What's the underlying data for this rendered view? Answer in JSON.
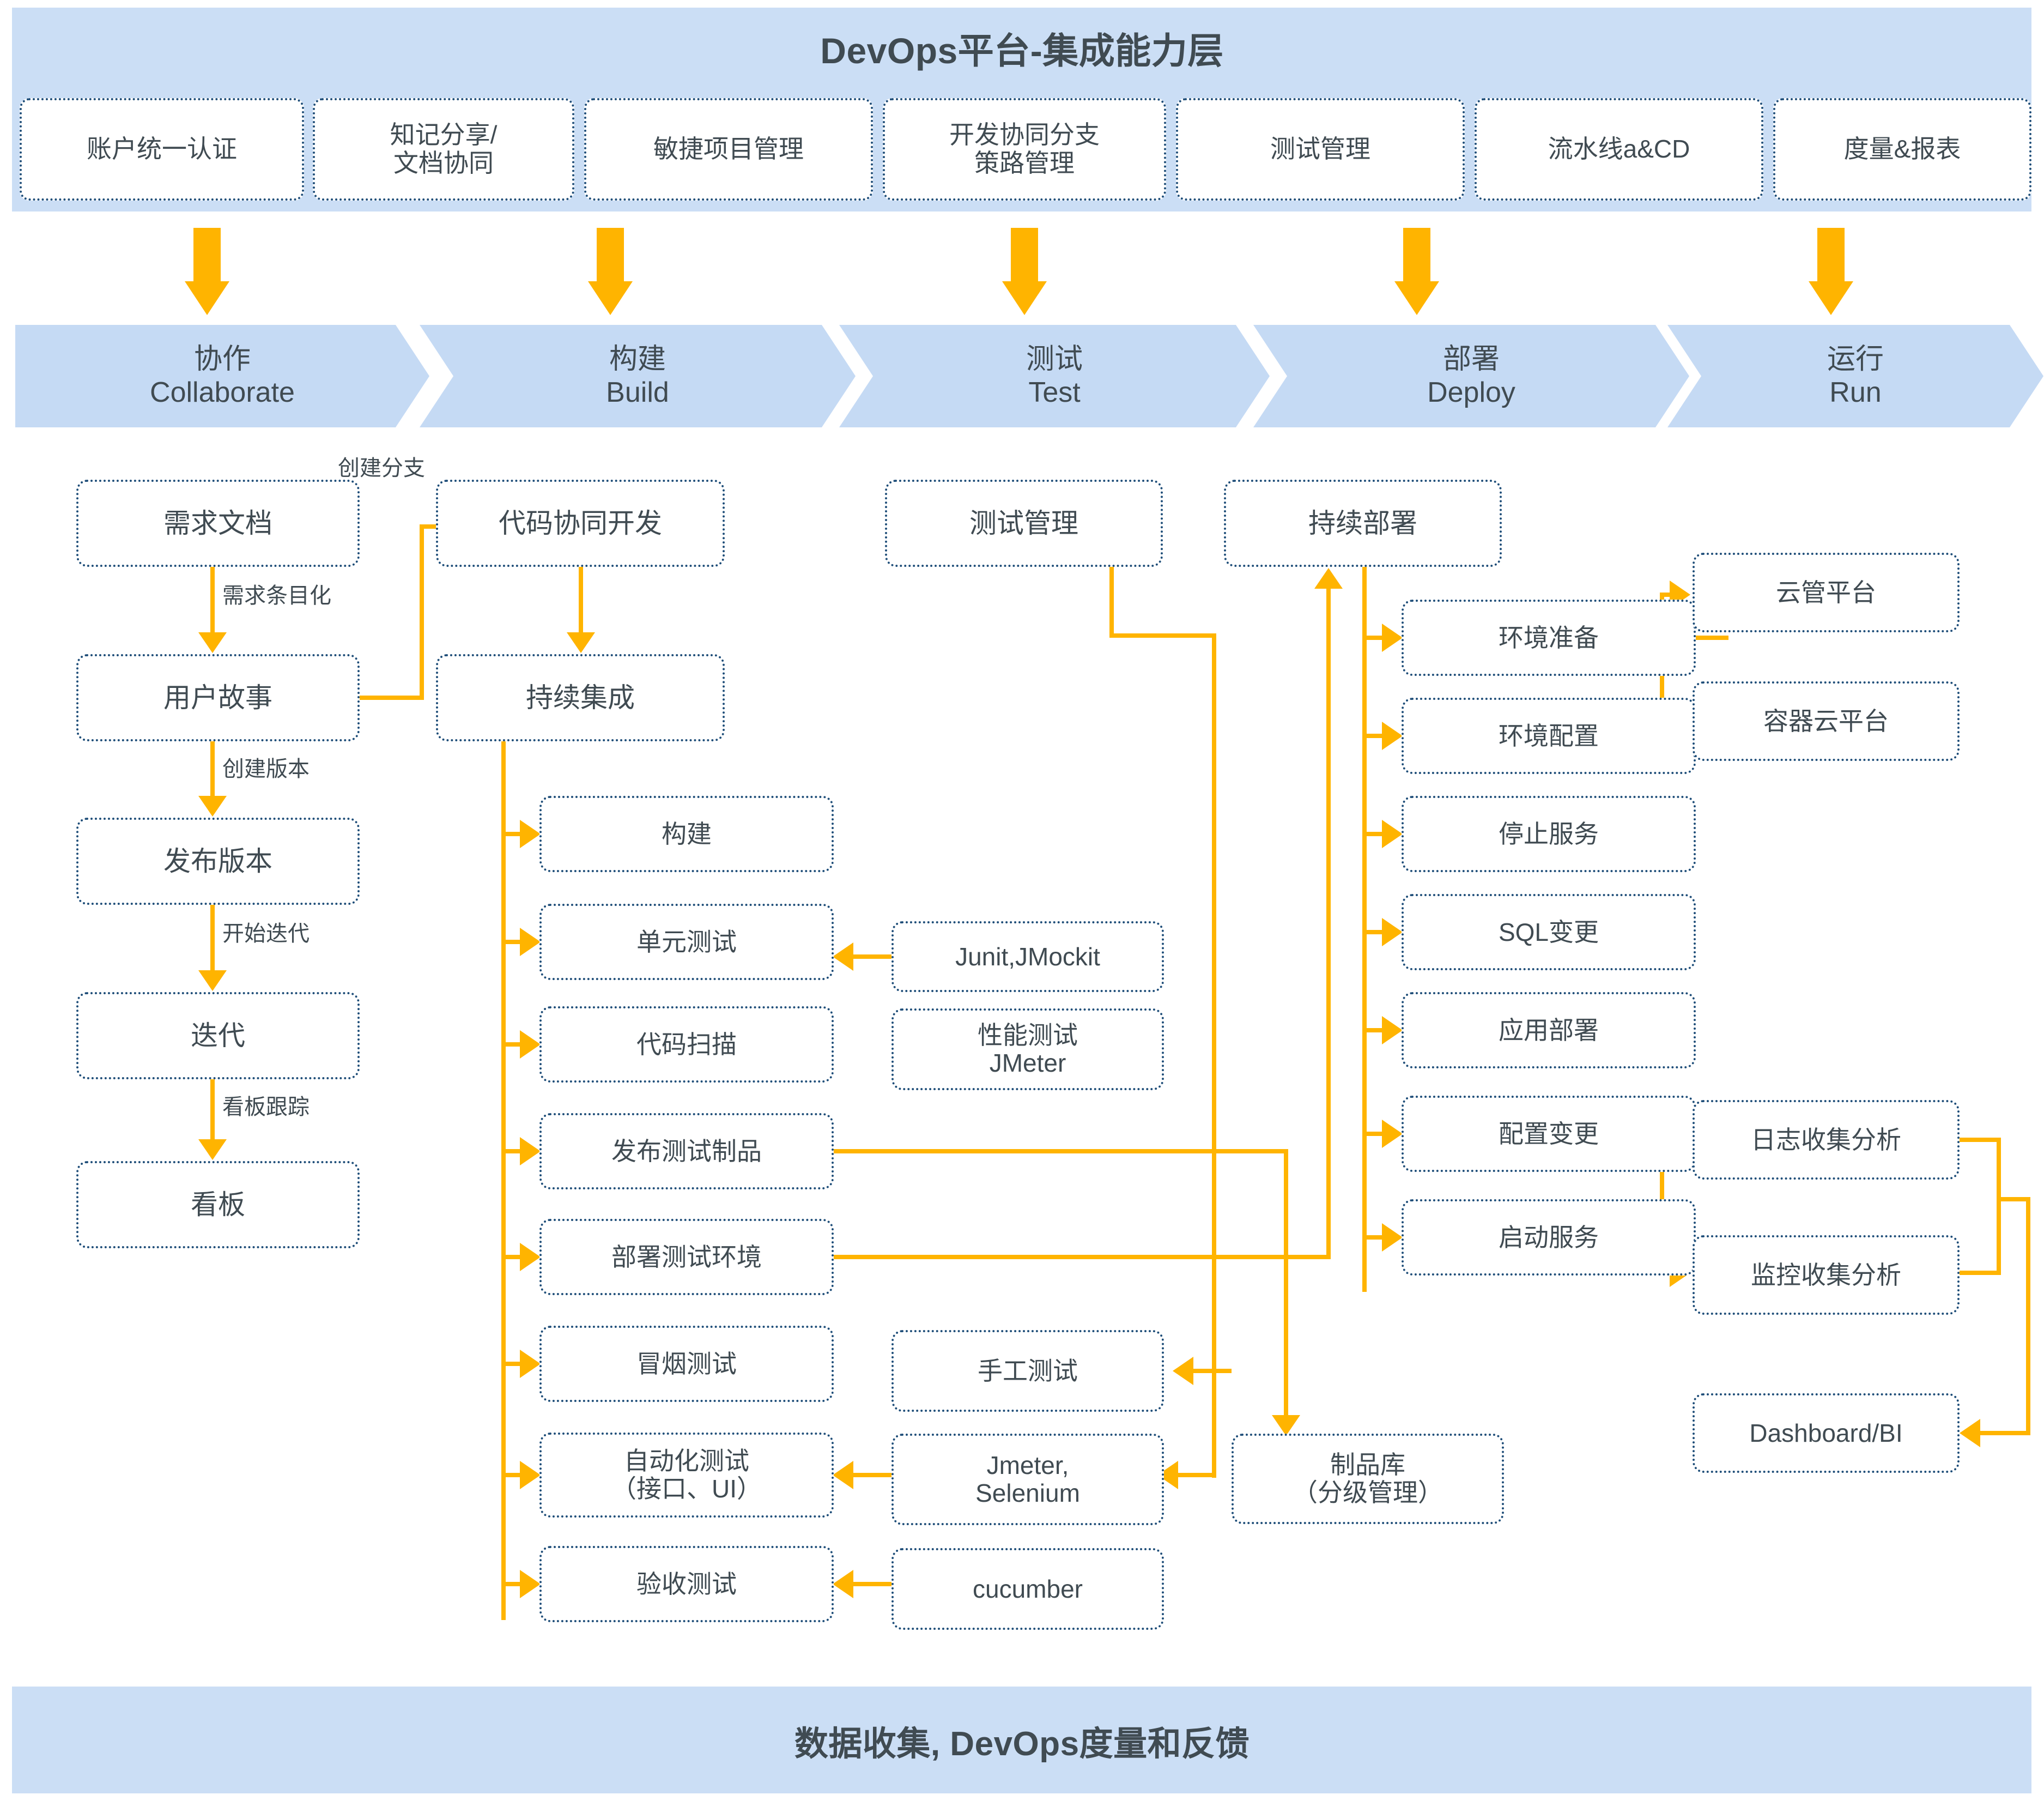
{
  "colors": {
    "band_bg": "#cbdef5",
    "chevron_bg": "#c5daf4",
    "arrow": "#ffb400",
    "node_border": "#1f4e79",
    "text": "#404b52"
  },
  "header": {
    "title": "DevOps平台-集成能力层",
    "capabilities": [
      {
        "label": "账户统一认证"
      },
      {
        "label": "知记分享/\n文档协同"
      },
      {
        "label": "敏捷项目管理"
      },
      {
        "label": "开发协同分支\n策路管理"
      },
      {
        "label": "测试管理"
      },
      {
        "label": "流水线a&CD"
      },
      {
        "label": "度量&报表"
      }
    ]
  },
  "phases": [
    {
      "cn": "协作",
      "en": "Collaborate"
    },
    {
      "cn": "构建",
      "en": "Build"
    },
    {
      "cn": "测试",
      "en": "Test"
    },
    {
      "cn": "部署",
      "en": "Deploy"
    },
    {
      "cn": "运行",
      "en": "Run"
    }
  ],
  "collaborate": {
    "nodes": [
      {
        "label": "需求文档"
      },
      {
        "label": "用户故事"
      },
      {
        "label": "发布版本"
      },
      {
        "label": "迭代"
      },
      {
        "label": "看板"
      }
    ],
    "edge_labels": [
      {
        "label": "需求条目化"
      },
      {
        "label": "创建版本"
      },
      {
        "label": "开始迭代"
      },
      {
        "label": "看板跟踪"
      },
      {
        "label": "创建分支"
      }
    ]
  },
  "build": {
    "nodes": [
      {
        "label": "代码协同开发"
      },
      {
        "label": "持续集成"
      }
    ],
    "steps": [
      {
        "label": "构建"
      },
      {
        "label": "单元测试"
      },
      {
        "label": "代码扫描"
      },
      {
        "label": "发布测试制品"
      },
      {
        "label": "部署测试环境"
      },
      {
        "label": "冒烟测试"
      },
      {
        "label": "自动化测试\n（接口、UI）"
      },
      {
        "label": "验收测试"
      }
    ]
  },
  "test": {
    "nodes": [
      {
        "label": "测试管理"
      }
    ],
    "tools": [
      {
        "label": "Junit,JMockit"
      },
      {
        "label": "性能测试\nJMeter"
      },
      {
        "label": "手工测试"
      },
      {
        "label": "Jmeter,\nSelenium"
      },
      {
        "label": "cucumber"
      }
    ],
    "artifact": {
      "label": "制品库\n（分级管理）"
    }
  },
  "deploy": {
    "nodes": [
      {
        "label": "持续部署"
      }
    ],
    "steps": [
      {
        "label": "环境准备"
      },
      {
        "label": "环境配置"
      },
      {
        "label": "停止服务"
      },
      {
        "label": "SQL变更"
      },
      {
        "label": "应用部署"
      },
      {
        "label": "配置变更"
      },
      {
        "label": "启动服务"
      }
    ]
  },
  "run": {
    "platforms": [
      {
        "label": "云管平台"
      },
      {
        "label": "容器云平台"
      }
    ],
    "analytics": [
      {
        "label": "日志收集分析"
      },
      {
        "label": "监控收集分析"
      },
      {
        "label": "Dashboard/BI"
      }
    ]
  },
  "footer": {
    "title": "数据收集, DevOps度量和反馈"
  }
}
